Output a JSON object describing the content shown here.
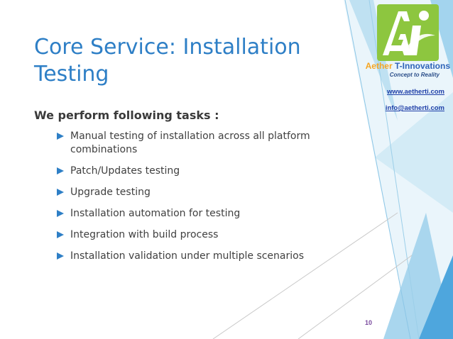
{
  "slide": {
    "title": "Core Service: Installation Testing",
    "subtitle": "We perform following tasks :",
    "bullets": [
      "Manual testing of installation across all platform combinations",
      "Patch/Updates testing",
      "Upgrade testing",
      "Installation automation for testing",
      "Integration with build process",
      "Installation validation under multiple scenarios"
    ],
    "page_number": "10"
  },
  "brand": {
    "logo_text": "Ai",
    "name_part1": "Aether",
    "name_part2": "T-Innovations",
    "tagline": "Concept to Reality",
    "website": "www.aetherti.com",
    "email": "info@aetherti.com"
  },
  "colors": {
    "title": "#2e7fc6",
    "bullet_icon": "#2e7fc6",
    "logo_bg": "#8dc63f",
    "brand_orange": "#f5a623",
    "brand_blue": "#2e63b8",
    "deco_blue": "#5aa9d6"
  },
  "icons": {
    "bullet": "right-triangle-icon"
  }
}
